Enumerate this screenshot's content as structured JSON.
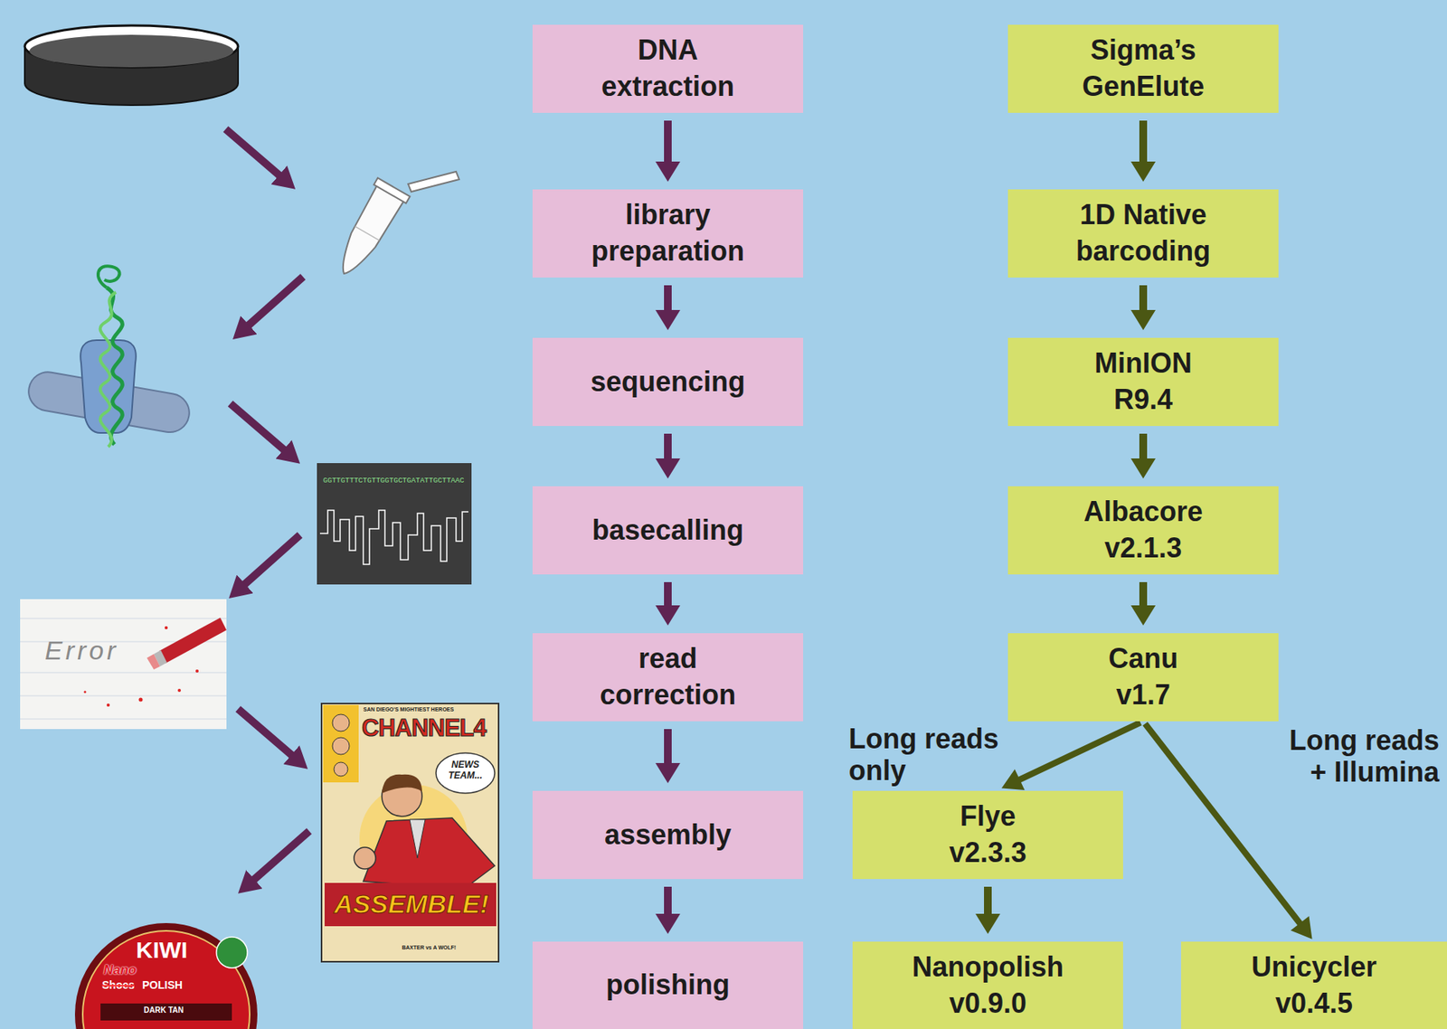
{
  "diagram": {
    "nodes": [
      {
        "text": [
          "DNA extraction"
        ]
      },
      {
        "text": [
          "library preparation"
        ]
      },
      {
        "text": [
          "sequencing"
        ]
      },
      {
        "text": [
          "basecalling"
        ]
      },
      {
        "text": [
          "read correction"
        ]
      },
      {
        "text": [
          "assembly"
        ]
      },
      {
        "text": [
          "polishing"
        ]
      },
      {
        "text": [
          "Sigma’s GenElute"
        ]
      },
      {
        "text": [
          "1D Native barcoding"
        ]
      },
      {
        "text": [
          "MinION R9.4"
        ]
      },
      {
        "text": [
          "Albacore v2.1.3"
        ]
      },
      {
        "text": [
          "Canu v1.7"
        ]
      },
      {
        "text": [
          "Flye v2.3.3"
        ]
      },
      {
        "text": [
          "Nanopolish v0.9.0"
        ]
      },
      {
        "text": [
          "Unicycler v0.4.5"
        ]
      }
    ],
    "edges": [
      {
        "from": 0,
        "to": 1,
        "arrow": "to"
      },
      {
        "from": 1,
        "to": 2,
        "arrow": "to"
      },
      {
        "from": 2,
        "to": 3,
        "arrow": "to"
      },
      {
        "from": 3,
        "to": 4,
        "arrow": "to"
      },
      {
        "from": 4,
        "to": 5,
        "arrow": "to"
      },
      {
        "from": 5,
        "to": 6,
        "arrow": "to"
      },
      {
        "from": 7,
        "to": 8,
        "arrow": "to"
      },
      {
        "from": 8,
        "to": 9,
        "arrow": "to"
      },
      {
        "from": 9,
        "to": 10,
        "arrow": "to"
      },
      {
        "from": 10,
        "to": 11,
        "arrow": "to"
      },
      {
        "from": 11,
        "to": 12,
        "arrow": "to",
        "label": "Long reads only"
      },
      {
        "from": 12,
        "to": 13,
        "arrow": "to"
      },
      {
        "from": 11,
        "to": 14,
        "arrow": "to",
        "label": "Long reads + Illumina"
      }
    ],
    "labels": [
      "GGTTGTTTCTGTTGGTGCTGATATTGCTTAAC",
      "Error",
      "SAN DIEGO'S MIGHTIEST HEROES",
      "CHANNEL4",
      "NEWS TEAM...",
      "ASSEMBLE!",
      "BAXTER vs A WOLF!",
      "KIWI",
      "Nano",
      "Shoes",
      "POLISH",
      "DARK TAN"
    ]
  }
}
